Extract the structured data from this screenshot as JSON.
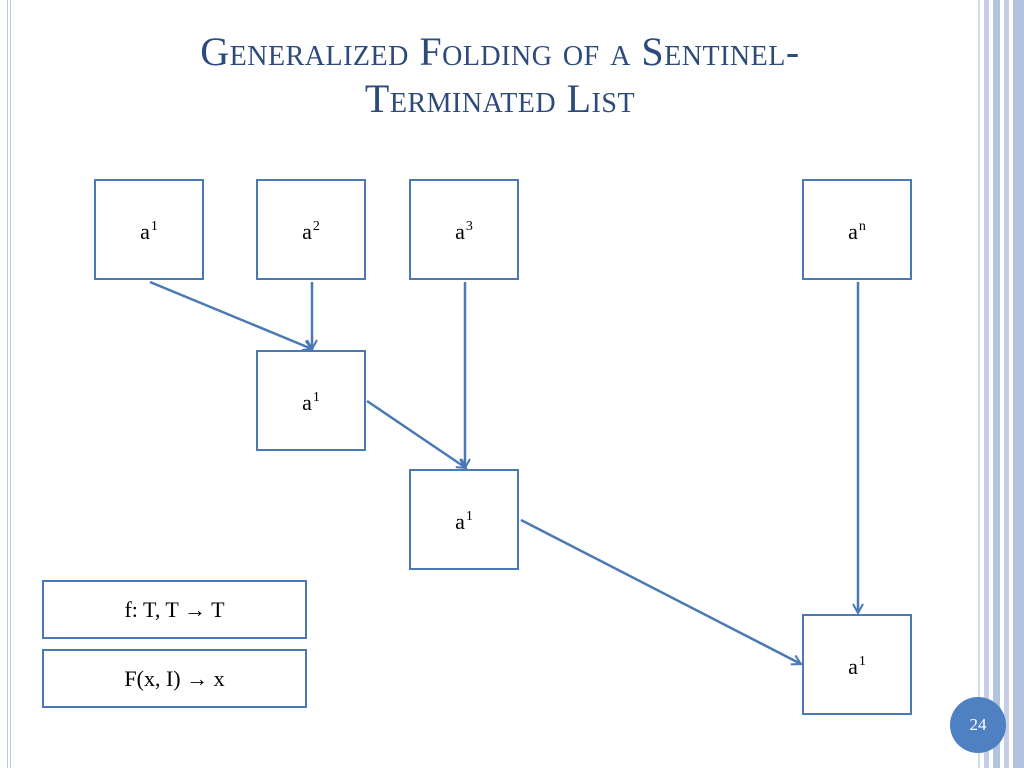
{
  "slide": {
    "title_line1": "Generalized Folding of a Sentinel-",
    "title_line2": "Terminated List",
    "page_number": "24"
  },
  "nodes": [
    {
      "id": "a1-top",
      "base": "a",
      "sup": "1"
    },
    {
      "id": "a2-top",
      "base": "a",
      "sup": "2"
    },
    {
      "id": "a3-top",
      "base": "a",
      "sup": "3"
    },
    {
      "id": "an-top",
      "base": "a",
      "sup": "n"
    },
    {
      "id": "acc-1",
      "base": "a",
      "sup": "1"
    },
    {
      "id": "acc-2",
      "base": "a",
      "sup": "1"
    },
    {
      "id": "acc-final",
      "base": "a",
      "sup": "1"
    }
  ],
  "edges": [
    {
      "from": "a1-top",
      "to": "acc-1"
    },
    {
      "from": "a2-top",
      "to": "acc-1"
    },
    {
      "from": "acc-1",
      "to": "acc-2"
    },
    {
      "from": "a3-top",
      "to": "acc-2"
    },
    {
      "from": "acc-2",
      "to": "acc-final"
    },
    {
      "from": "an-top",
      "to": "acc-final"
    }
  ],
  "legend": {
    "fold_function": "f: T, T → T",
    "fold_operator": "F(x, I) → x"
  },
  "colors": {
    "title": "#2c4a7c",
    "stroke": "#4a79b5",
    "badge": "#4f81c2"
  }
}
